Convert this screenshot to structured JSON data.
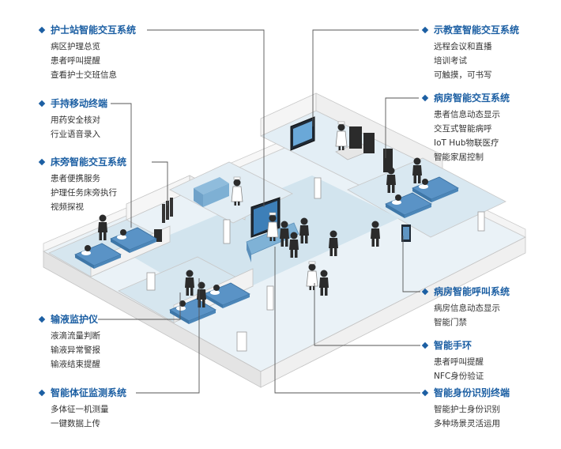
{
  "colors": {
    "accent": "#1c5fa3",
    "callout_line": "#555555",
    "floor": "#d6e6ef",
    "wall": "#f2f2f2",
    "wall_stroke": "#bbbbbb",
    "room_floor": "#e9f1f6"
  },
  "left_groups": [
    {
      "title": "护士站智能交互系统",
      "items": [
        "病区护理总览",
        "患者呼叫提醒",
        "查看护士交班信息"
      ]
    },
    {
      "title": "手持移动终端",
      "items": [
        "用药安全核对",
        "行业语音录入"
      ]
    },
    {
      "title": "床旁智能交互系统",
      "items": [
        "患者便携服务",
        "护理任务床旁执行",
        "视频探视"
      ]
    },
    {
      "title": "输液监护仪",
      "items": [
        "液滴流量判断",
        "输液异常警报",
        "输液结束提醒"
      ]
    },
    {
      "title": "智能体征监测系统",
      "items": [
        "多体征一机测量",
        "一键数据上传"
      ]
    }
  ],
  "right_groups": [
    {
      "title": "示教室智能交互系统",
      "items": [
        "远程会议和直播",
        "培训考试",
        "可触摸，可书写"
      ]
    },
    {
      "title": "病房智能交互系统",
      "items": [
        "患者信息动态显示",
        "交互式智能病呼",
        "IoT Hub物联医疗",
        "智能家居控制"
      ]
    },
    {
      "title": "病房智能呼叫系统",
      "items": [
        "病房信息动态显示",
        "智能门禁"
      ]
    },
    {
      "title": "智能手环",
      "items": [
        "患者呼叫提醒",
        "NFC身份验证"
      ]
    },
    {
      "title": "智能身份识别终端",
      "items": [
        "智能护士身份识别",
        "多种场景灵活运用"
      ]
    }
  ]
}
